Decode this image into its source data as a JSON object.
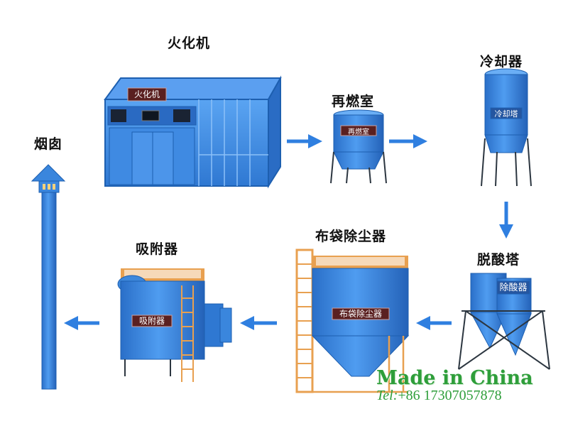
{
  "equipment": {
    "cremator": {
      "title": "火化机",
      "plate": "火化机"
    },
    "reburn": {
      "title": "再燃室",
      "plate": "再燃室"
    },
    "cooler": {
      "title": "冷却器",
      "plate": "冷却塔"
    },
    "deacid": {
      "title": "脱酸塔",
      "plate": "除酸器"
    },
    "baghouse": {
      "title": "布袋除尘器",
      "plate": "布袋除尘器"
    },
    "adsorber": {
      "title": "吸附器",
      "plate": "吸附器"
    },
    "chimney": {
      "title": "烟囱"
    }
  },
  "watermark": {
    "brand": "Made in China",
    "tel_label": "Tel:",
    "tel_value": "+86 17307057878"
  },
  "colors": {
    "equipment_blue": "#3a86dd",
    "equipment_dark": "#1d5fb0",
    "arrow_blue": "#2f7fe0",
    "frame_orange": "#e8a050",
    "watermark_green": "#2e9e3a"
  }
}
